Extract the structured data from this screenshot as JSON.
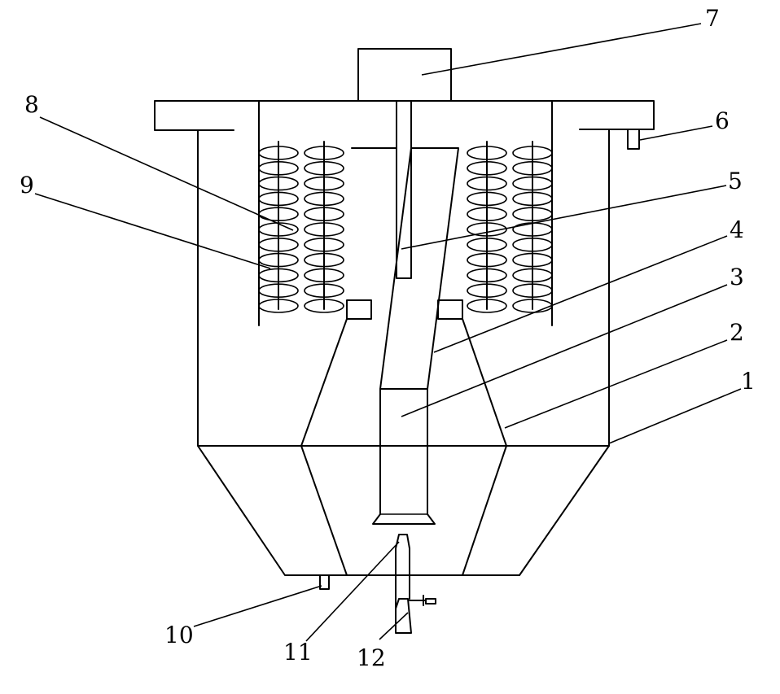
{
  "diagram": {
    "labels": {
      "l1": "1",
      "l2": "2",
      "l3": "3",
      "l4": "4",
      "l5": "5",
      "l6": "6",
      "l7": "7",
      "l8": "8",
      "l9": "9",
      "l10": "10",
      "l11": "11",
      "l12": "12"
    },
    "coil_turns": 11,
    "colors": {
      "ink": "#000000",
      "paper": "#ffffff"
    }
  }
}
